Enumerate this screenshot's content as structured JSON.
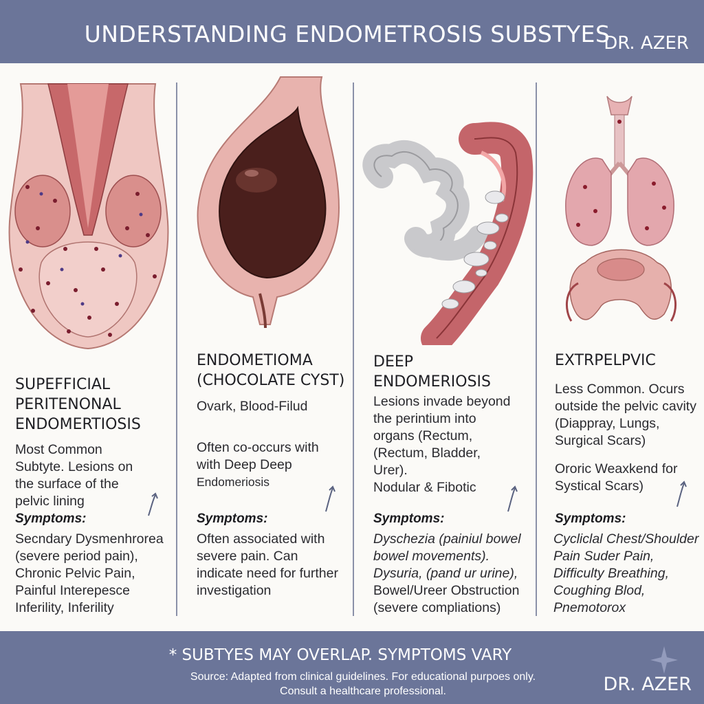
{
  "header": {
    "title": "UNDERSTANDING ENDOMETROSIS SUBSTYES",
    "brand": "DR. AZER"
  },
  "panels": [
    {
      "heading": [
        "SUPEFFICIAL",
        "PERITENONAL",
        "ENDOMERTIOSIS"
      ],
      "description": [
        "Most Common",
        "Subtyte. Lesions on",
        "the surface of the",
        "pelvic lining"
      ],
      "symptoms_label": "Symptoms:",
      "symptoms": [
        "Secndary Dysmenhrorea",
        "(severe period pain),",
        "Chronic Pelvic Pain,",
        "Painful Interepesce",
        "Inferility, Inferility"
      ]
    },
    {
      "heading": [
        "ENDOMETIOMA",
        "(CHOCOLATE CYST)"
      ],
      "description": [
        "Ovark, Blood-Filud"
      ],
      "description2": [
        "Often co-occurs with",
        "with Deep Deep",
        "Endomeriosis"
      ],
      "symptoms_label": "Symptoms:",
      "symptoms": [
        "Often associated with",
        "severe pain. Can",
        "indicate need for further",
        "investigation"
      ]
    },
    {
      "heading": [
        "DEEP",
        "ENDOMERIOSIS"
      ],
      "description": [
        "Lesions invade beyond",
        "the perintium into",
        "organs (Rectum,",
        "(Rectum, Bladder,",
        "Urer).",
        "Nodular & Fibotic"
      ],
      "symptoms_label": "Symptoms:",
      "symptoms": [
        "Dyschezia (painiul bowel",
        "bowel movements).",
        "Dysuria, (pand ur urine),",
        "Bowel/Ureer Obstruction",
        "(severe compliations)"
      ]
    },
    {
      "heading": [
        "EXTRPELPVIC"
      ],
      "description": [
        "Less Common. Ocurs",
        "outside the pelvic cavity",
        "(Diappray, Lungs,",
        "Surgical Scars)"
      ],
      "description2": [
        "Ororic Weaxkend for",
        "Systical Scars)"
      ],
      "symptoms_label": "Symptoms:",
      "symptoms": [
        "Cycliclal Chest/Shoulder",
        "Pain Suder Pain,",
        "Difficulty Breathing,",
        "Coughing Blod,",
        "Pnemotorox"
      ]
    }
  ],
  "footer": {
    "note": "* SUBTYES MAY OVERLAP. SYMPTOMS VARY",
    "source_line1": "Source: Adapted from clinical guidelines. For educational purpoes only.",
    "source_line2": "Consult a healthcare professional.",
    "brand": "DR. AZER"
  },
  "colors": {
    "band": "#6b7599",
    "tissue": "#e8b8b4",
    "muscle": "#b55a5e",
    "cyst": "#4a1f1c",
    "bowel": "#c9c9cc"
  }
}
